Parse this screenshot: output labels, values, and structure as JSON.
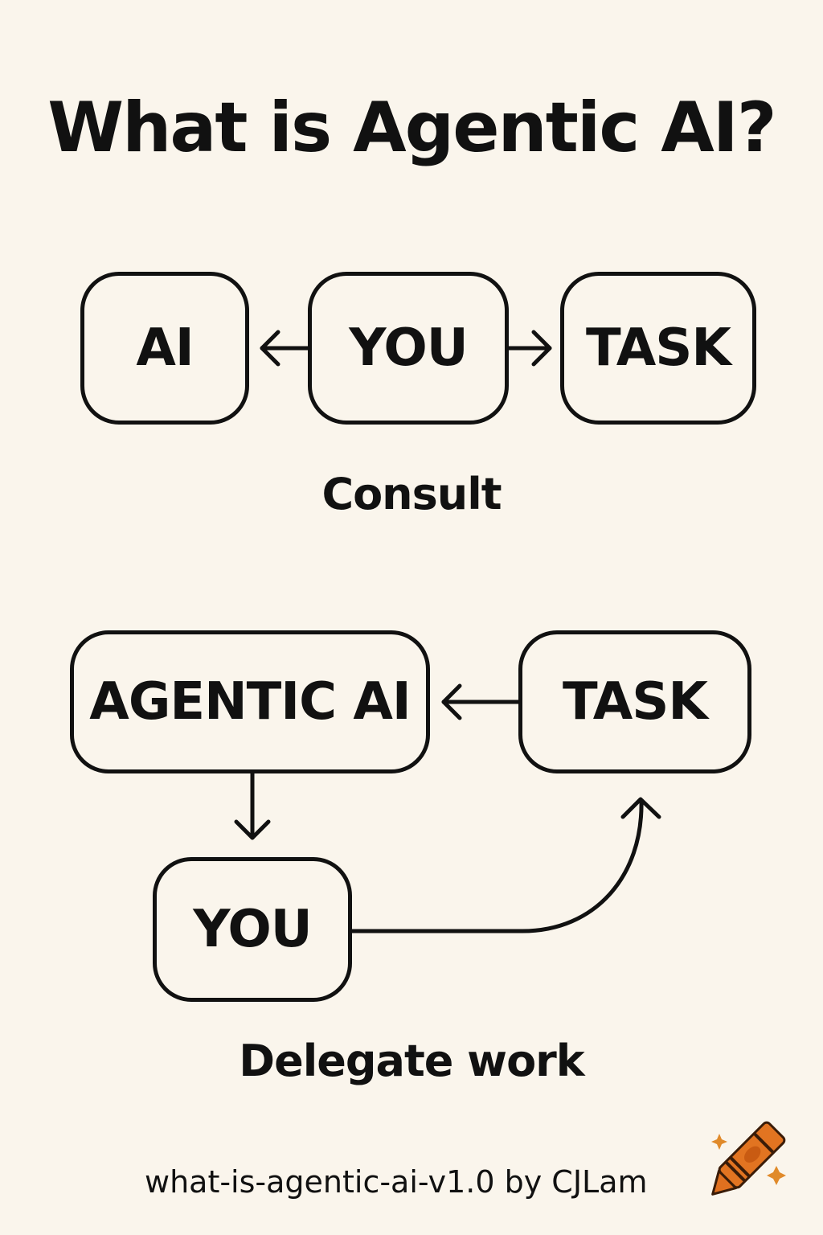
{
  "title": "What is Agentic AI?",
  "consult": {
    "ai": "AI",
    "you": "YOU",
    "task": "TASK",
    "caption": "Consult"
  },
  "delegate": {
    "agentic_ai": "AGENTIC AI",
    "task": "TASK",
    "you": "YOU",
    "caption": "Delegate work"
  },
  "footer": {
    "text": "what-is-agentic-ai-v1.0 by CJLam",
    "icon": "crayon-icon"
  },
  "colors": {
    "background": "#faf5ec",
    "ink": "#111111",
    "crayon": "#e0701f",
    "sparkle": "#e08a2a"
  }
}
